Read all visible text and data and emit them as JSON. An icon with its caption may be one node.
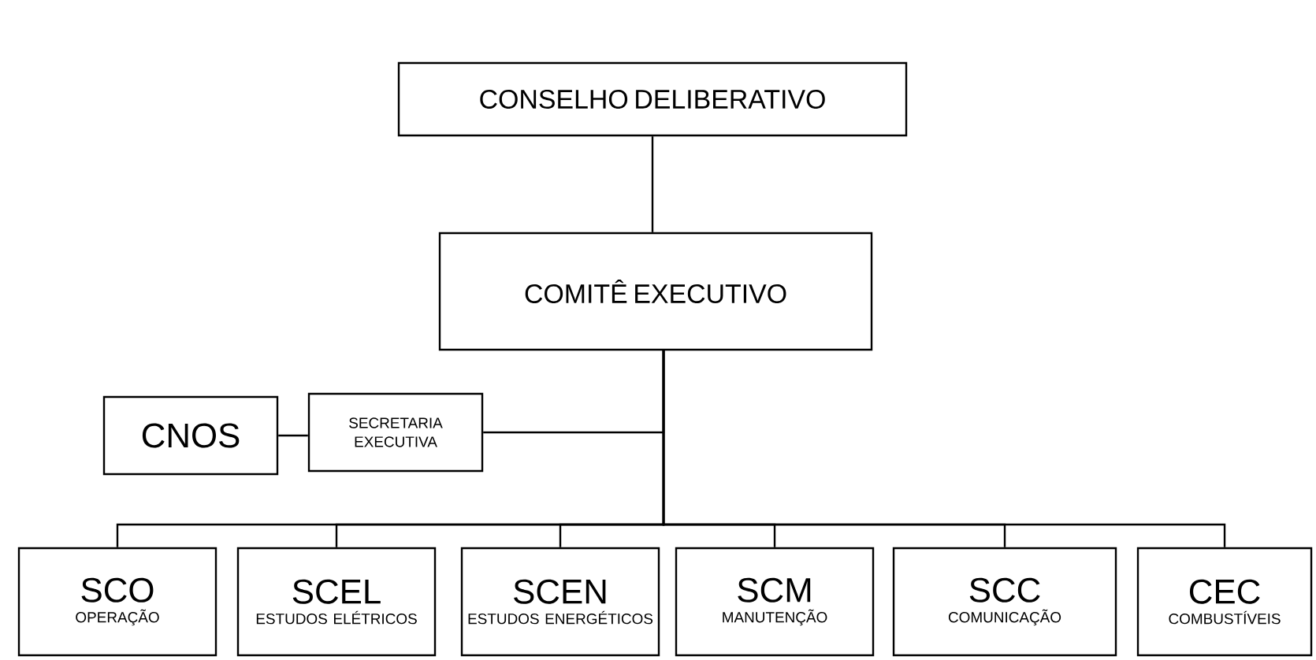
{
  "diagram": {
    "nodes": [
      {
        "text": [
          "CONSELHO DELIBERATIVO"
        ]
      },
      {
        "text": [
          "COMITÊ EXECUTIVO"
        ]
      },
      {
        "text": [
          "CNOS"
        ]
      },
      {
        "text": [
          "SECRETARIA EXECUTIVA"
        ]
      },
      {
        "text": [
          "SCO",
          "OPERAÇÃO"
        ]
      },
      {
        "text": [
          "SCEL",
          "ESTUDOS ELÉTRICOS"
        ]
      },
      {
        "text": [
          "SCEN",
          "ESTUDOS ENERGÉTICOS"
        ]
      },
      {
        "text": [
          "SCM",
          "MANUTENÇÃO"
        ]
      },
      {
        "text": [
          "SCC",
          "COMUNICAÇÃO"
        ]
      },
      {
        "text": [
          "CEC",
          "COMBUSTÍVEIS"
        ]
      }
    ],
    "edges": [
      {
        "from": 0,
        "to": 1,
        "arrow": "none"
      },
      {
        "from": 1,
        "to": 3,
        "arrow": "none"
      },
      {
        "from": 2,
        "to": 3,
        "arrow": "none"
      },
      {
        "from": 1,
        "to": 4,
        "arrow": "none"
      },
      {
        "from": 1,
        "to": 5,
        "arrow": "none"
      },
      {
        "from": 1,
        "to": 6,
        "arrow": "none"
      },
      {
        "from": 1,
        "to": 7,
        "arrow": "none"
      },
      {
        "from": 1,
        "to": 8,
        "arrow": "none"
      },
      {
        "from": 1,
        "to": 9,
        "arrow": "none"
      }
    ]
  }
}
